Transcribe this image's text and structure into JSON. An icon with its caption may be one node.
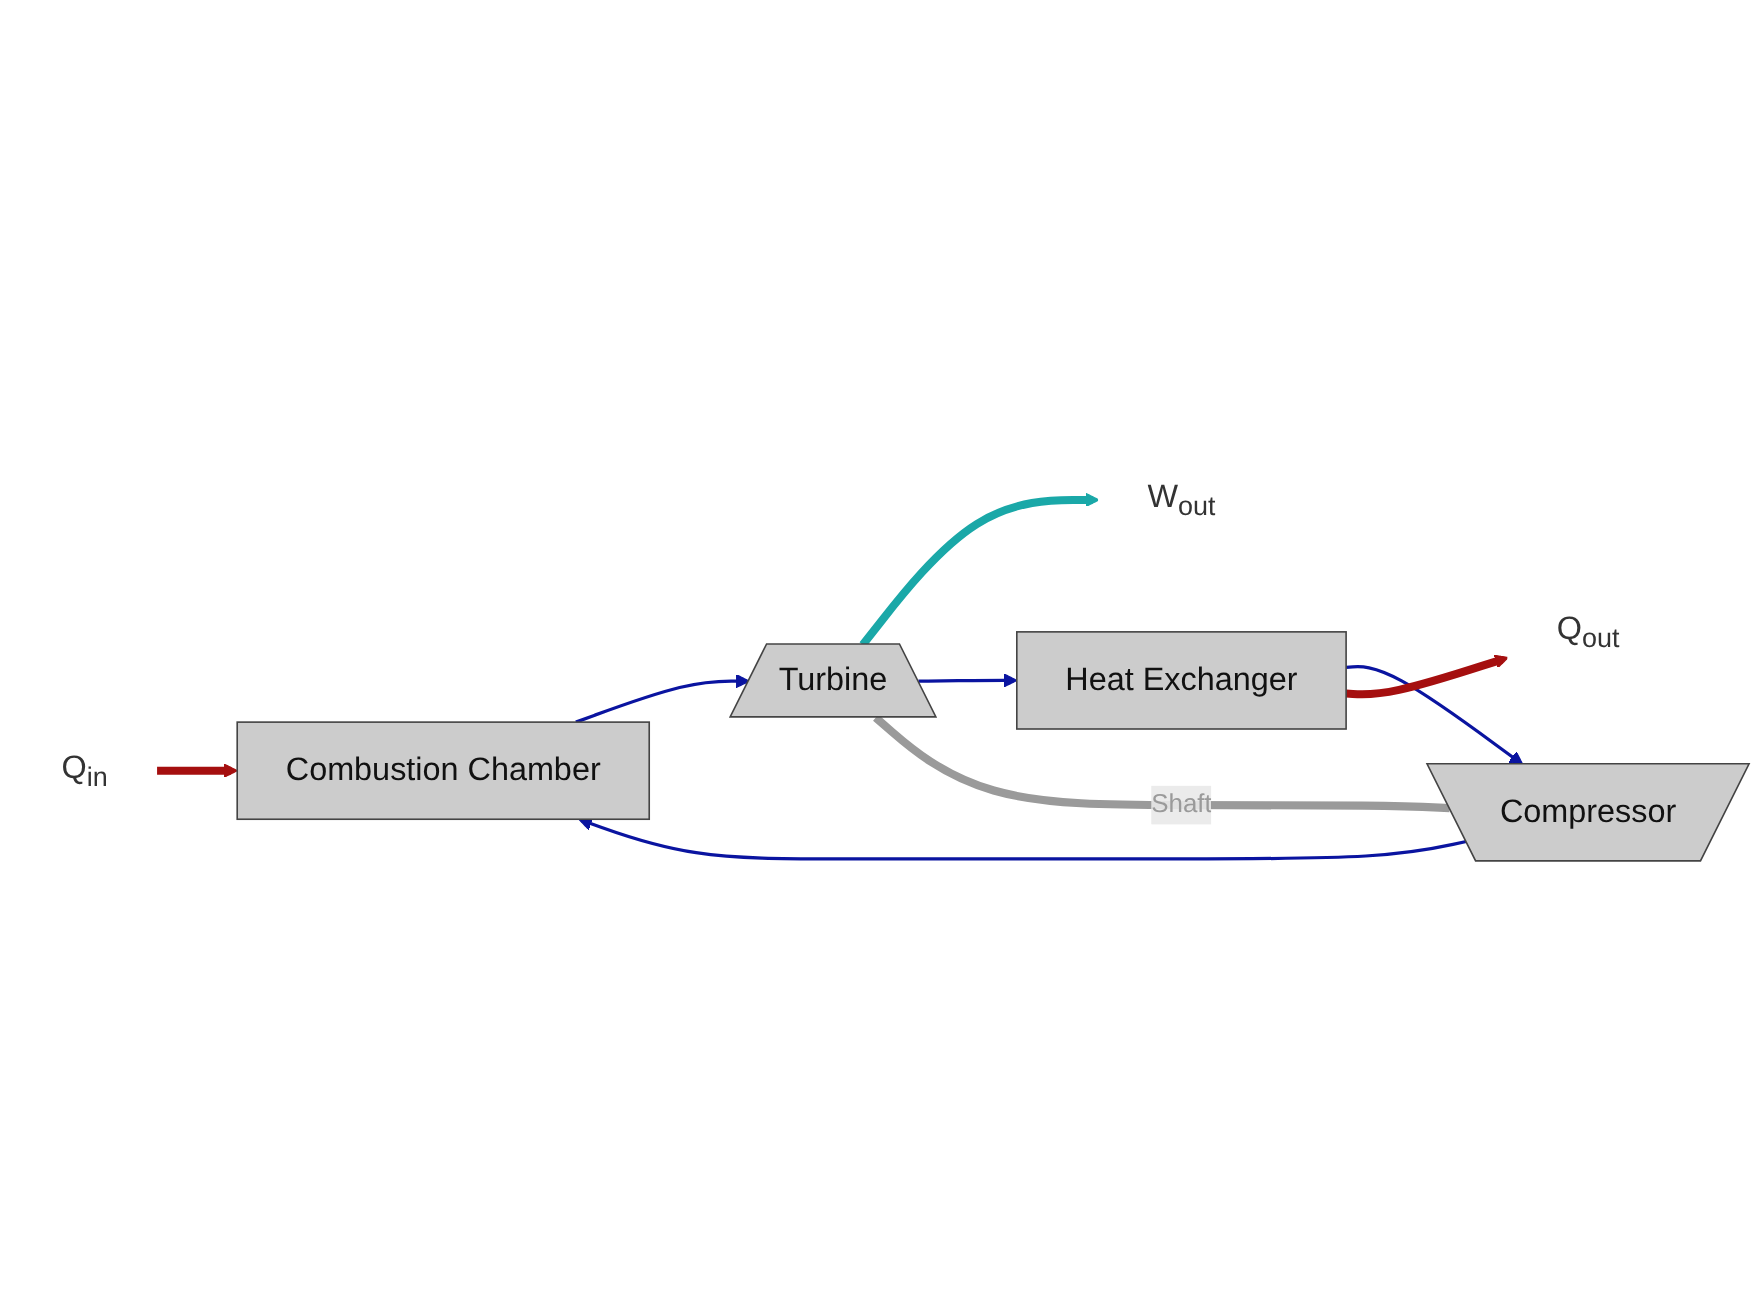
{
  "diagram": {
    "nodes": [
      {
        "text": [
          "Q$_{in}$"
        ]
      },
      {
        "text": [
          "Combustion Chamber"
        ]
      },
      {
        "text": [
          "Compressor"
        ]
      },
      {
        "text": [
          "Turbine"
        ]
      },
      {
        "text": [
          "W$_{out}$"
        ]
      },
      {
        "text": [
          "Heat Exchanger"
        ]
      },
      {
        "text": [
          "Q$_{out}$"
        ]
      }
    ],
    "edges": [
      {
        "from": 0,
        "to": 1,
        "arrow": "to",
        "style": "thick",
        "color": "#a50f0f"
      },
      {
        "from": 2,
        "to": 1,
        "arrow": "to"
      },
      {
        "from": 1,
        "to": 3,
        "arrow": "to"
      },
      {
        "from": 2,
        "to": 3,
        "arrow": "none",
        "label": "Shaft",
        "style": "thick",
        "color": "#9a9a9a"
      },
      {
        "from": 3,
        "to": 4,
        "arrow": "to",
        "style": "thick",
        "color": "#1aa8a8"
      },
      {
        "from": 3,
        "to": 5,
        "arrow": "to"
      },
      {
        "from": 5,
        "to": 2,
        "arrow": "to"
      },
      {
        "from": 5,
        "to": 6,
        "arrow": "to",
        "style": "thick",
        "color": "#a50f0f"
      }
    ]
  }
}
